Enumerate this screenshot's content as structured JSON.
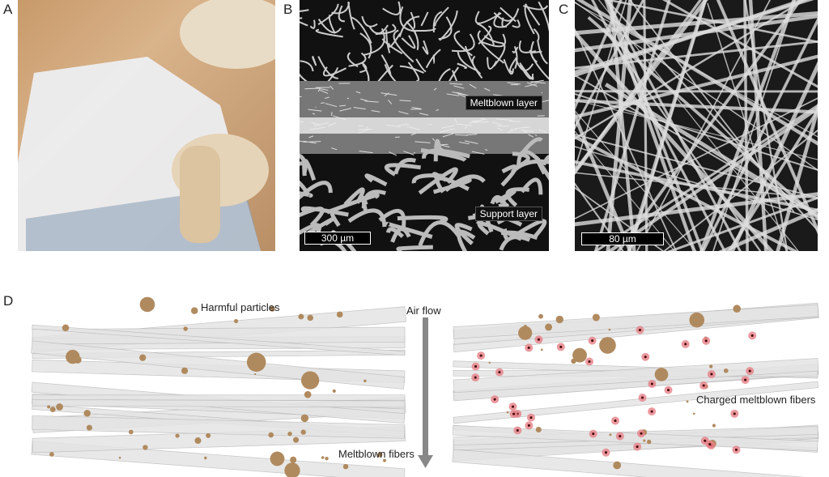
{
  "panels": {
    "a": {
      "label": "A"
    },
    "b": {
      "label": "B",
      "meltblown_tag": "Meltblown layer",
      "support_tag": "Support layer",
      "scale_bar": "300 µm"
    },
    "c": {
      "label": "C",
      "scale_bar": "80 µm"
    },
    "d": {
      "label": "D",
      "harmful_particles": "Harmful particles",
      "air_flow": "Air flow",
      "meltblown_fibers": "Meltblown fibers",
      "charged_fibers": "Charged meltblown fibers"
    }
  },
  "colors": {
    "particle": "#b08a5f",
    "fiber": "#e4e4e4",
    "charge": "#e57f86"
  }
}
